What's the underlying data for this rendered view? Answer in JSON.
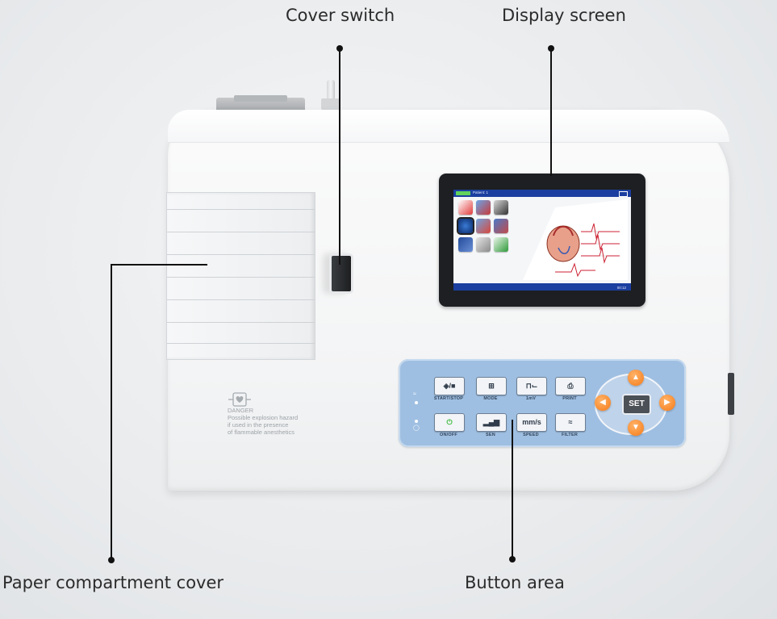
{
  "callouts": {
    "cover_switch": "Cover switch",
    "display_screen": "Display screen",
    "paper_compartment": "Paper compartment cover",
    "button_area": "Button area"
  },
  "danger_notice": {
    "title": "DANGER",
    "line1": "Possible explosion hazard",
    "line2": "if used in the presence",
    "line3": "of flammable anesthetics"
  },
  "screen": {
    "status": "Patient: 1",
    "footer": "00:12"
  },
  "keys": {
    "start_stop": "START/STOP",
    "mode": "MODE",
    "one_mv": "1mV",
    "print": "PRINT",
    "on_off": "ON/OFF",
    "sen": "SEN",
    "speed": "SPEED",
    "speed_icon": "mm/s",
    "filter": "FILTER",
    "set": "SET"
  },
  "icons": {
    "dpad_up": "up-arrow-icon",
    "dpad_down": "down-arrow-icon",
    "dpad_left": "left-arrow-icon",
    "dpad_right": "right-arrow-icon"
  },
  "colors": {
    "panel": "#9fbfe2",
    "arrow": "#f57a16",
    "power": "#3cb93c",
    "screen_bar": "#1b3fa0"
  }
}
